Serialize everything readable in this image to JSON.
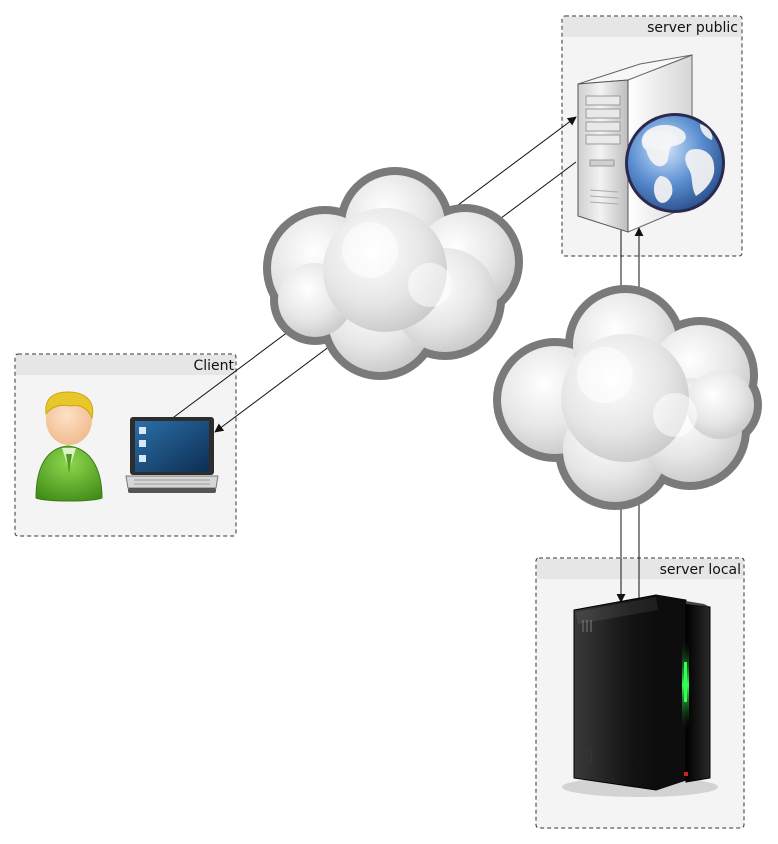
{
  "groups": {
    "server_public": {
      "title": "server public"
    },
    "client": {
      "title": "Client"
    },
    "server_local": {
      "title": "server local"
    }
  },
  "icons": {
    "user": "user-icon",
    "laptop": "laptop-icon",
    "public_server": "web-server-icon",
    "globe": "globe-icon",
    "local_server": "tower-server-icon",
    "cloud_upper": "cloud-icon",
    "cloud_lower": "cloud-icon"
  },
  "colors": {
    "group_fill": "#f4f4f4",
    "group_header": "#e6e6e6",
    "group_border": "#333333",
    "arrow": "#111111",
    "cloud_outline": "#7a7a78",
    "user_green": "#5aa52a",
    "user_hair": "#e6c72b",
    "server_dark": "#111111",
    "server_led": "#33ff55",
    "globe_blue": "#3d6fb0"
  }
}
